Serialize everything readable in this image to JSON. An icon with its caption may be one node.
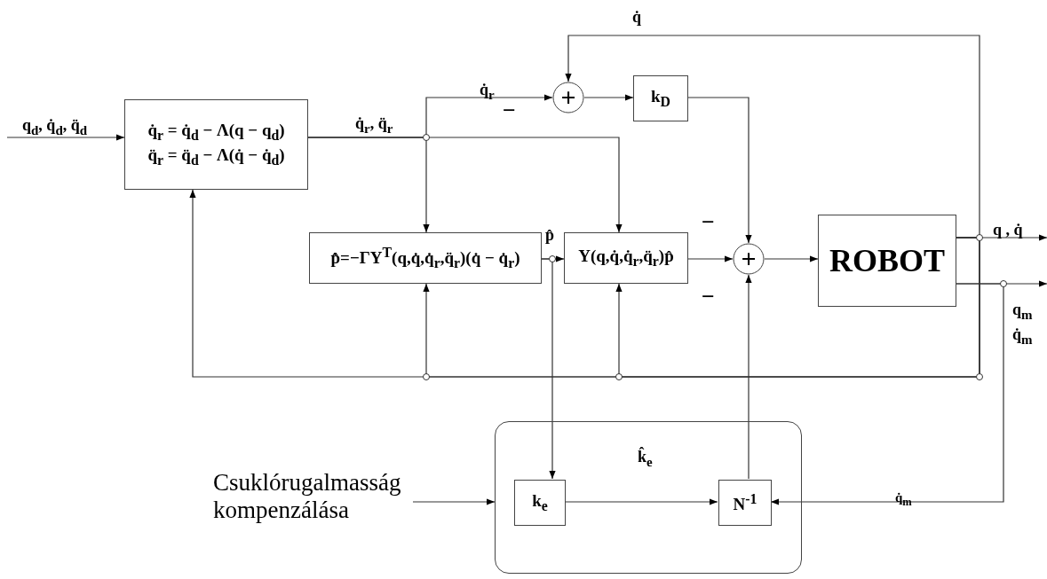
{
  "diagram": {
    "nodes": [
      {
        "text": [
          "q̇$_{r}$ = q̇$_{d}$ − Λ(q − q$_{d}$)",
          "q̈$_{r}$ = q̈$_{d}$ − Λ(q̇ − q̇$_{d}$)"
        ]
      },
      {
        "text": [
          "+"
        ]
      },
      {
        "text": [
          "k$_{D}$"
        ]
      },
      {
        "text": [
          "p̂̇=−ΓY$^{T}$(q,q̇,q̇$_{r}$,q̈$_{r}$)(q̇ − q̇$_{r}$)"
        ]
      },
      {
        "text": [
          "Y(q,q̇,q̇$_{r}$,q̈$_{r}$)p̂"
        ]
      },
      {
        "text": [
          "+"
        ]
      },
      {
        "text": [
          "ROBOT"
        ]
      },
      {
        "text": [],
        "shape": "box"
      },
      {
        "text": [
          "k$_{e}$"
        ],
        "in": 7
      },
      {
        "text": [
          "N$^{-1}$"
        ],
        "in": 7
      },
      {
        "text": [
          "Csuklórugalmasság kompenzálása"
        ]
      }
    ],
    "edges": [
      {
        "from": null,
        "to": 0,
        "arrow": "to",
        "label": "q$_{d}$, q̇$_{d}$, q̈$_{d}$"
      },
      {
        "from": 0,
        "to": 1,
        "arrow": "to",
        "label": "q̇$_{r}$"
      },
      {
        "from": 0,
        "to": 3,
        "arrow": "to"
      },
      {
        "from": 0,
        "to": 4,
        "arrow": "to",
        "label": "q̇$_{r}$, q̈$_{r}$"
      },
      {
        "from": 6,
        "to": 1,
        "arrow": "to",
        "label": "q̇"
      },
      {
        "from": 1,
        "to": 2,
        "arrow": "to"
      },
      {
        "from": 2,
        "to": 5,
        "arrow": "to"
      },
      {
        "from": 3,
        "to": 4,
        "arrow": "to",
        "label": "p̂"
      },
      {
        "from": 4,
        "to": 5,
        "arrow": "to"
      },
      {
        "from": 5,
        "to": 6,
        "arrow": "to"
      },
      {
        "from": 6,
        "to": null,
        "arrow": "to",
        "label": "q , q̇"
      },
      {
        "from": 6,
        "to": null,
        "arrow": "to",
        "label": "q$_{m}$"
      },
      {
        "from": 6,
        "to": 0,
        "arrow": "to"
      },
      {
        "from": 6,
        "to": 3,
        "arrow": "to"
      },
      {
        "from": 6,
        "to": 4,
        "arrow": "to"
      },
      {
        "from": 3,
        "to": 8,
        "arrow": "to"
      },
      {
        "from": 8,
        "to": 9,
        "arrow": "to",
        "label": "k̂$_{e}$"
      },
      {
        "from": 6,
        "to": 9,
        "arrow": "to",
        "label": "q̇$_{m}$"
      },
      {
        "from": 9,
        "to": 5,
        "arrow": "to"
      },
      {
        "from": 10,
        "to": 7,
        "arrow": "to"
      }
    ],
    "labels": [
      "−",
      "−",
      "−",
      "q̇$_{m}$"
    ]
  }
}
